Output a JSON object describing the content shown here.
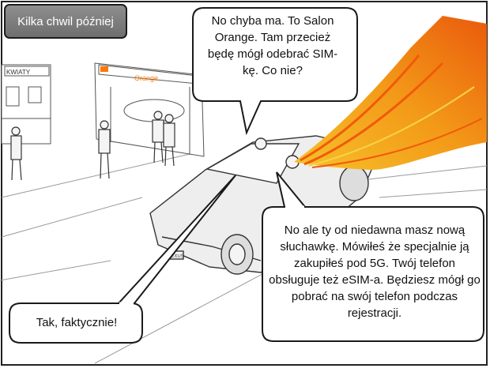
{
  "caption": "Kilka chwil później",
  "bubbles": {
    "top": "No chyba ma. To Salon Orange. Tam przecież będę mógł odebrać SIM-kę. Co nie?",
    "right": "No ale ty od niedawna masz nową słuchawkę. Mówiłeś że specjalnie ją zakupiłeś pod 5G. Twój telefon obsługuje też eSIM-a. Będziesz mógł go pobrać na swój telefon podczas rejestracji.",
    "left": "Tak, faktycznie!"
  },
  "scene": {
    "shop_left_sign": "KWIATY",
    "shop_right_sign": "Orange",
    "license_plate": "NEXUS"
  },
  "colors": {
    "flame_outer": "#f7b21b",
    "flame_inner": "#f05a0a",
    "orange_brand": "#ff7900",
    "ink": "#3a3a3a"
  }
}
